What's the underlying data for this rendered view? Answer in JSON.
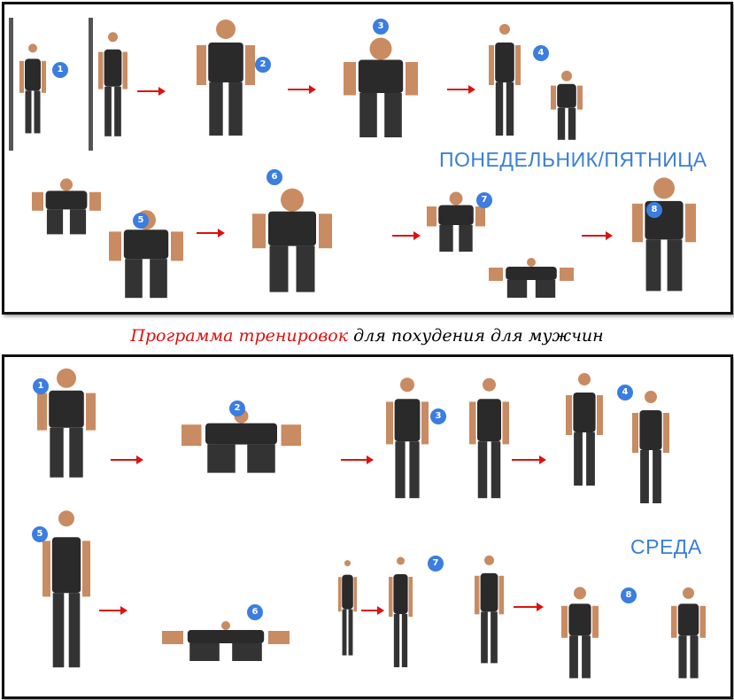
{
  "caption": {
    "highlight": "Программа тренировок",
    "rest": " для похудения для мужчин"
  },
  "panel1": {
    "day": "ПОНЕДЕЛЬНИК/ПЯТНИЦА",
    "badges": [
      "1",
      "2",
      "3",
      "4",
      "5",
      "6",
      "7",
      "8"
    ]
  },
  "panel2": {
    "day": "СРЕДА",
    "badges": [
      "1",
      "2",
      "3",
      "4",
      "5",
      "6",
      "7",
      "8"
    ]
  },
  "colors": {
    "badge": "#3b7de0",
    "arrow": "#dd1111",
    "day": "#3a7fd6",
    "caption_red": "#e01010"
  }
}
